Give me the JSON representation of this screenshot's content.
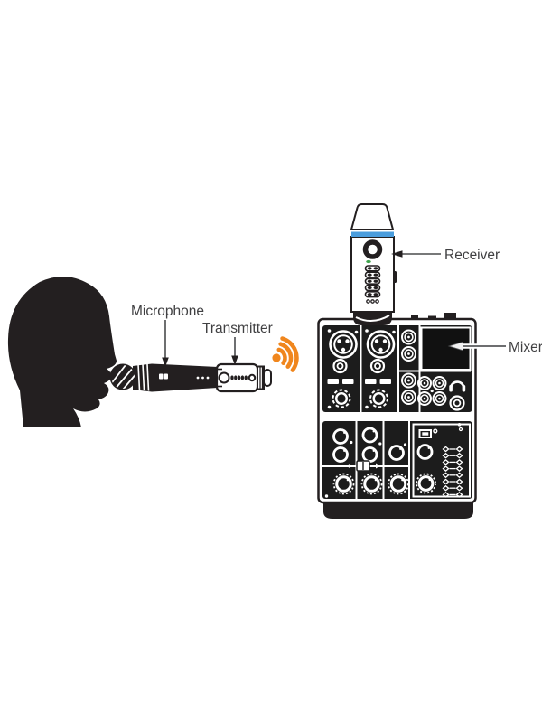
{
  "labels": {
    "microphone": "Microphone",
    "transmitter": "Transmitter",
    "receiver": "Receiver",
    "mixer": "Mixer"
  },
  "icons": {
    "wireless_signal": "wifi-waves-icon",
    "headphones": "headphones-icon",
    "head": "person-head-silhouette"
  },
  "colors": {
    "line_art": "#231F20",
    "label_text": "#404042",
    "signal_orange": "#F0861D",
    "receiver_stripe_blue": "#4A9DDD",
    "led_green": "#3FA34D",
    "background": "#FFFFFF"
  }
}
